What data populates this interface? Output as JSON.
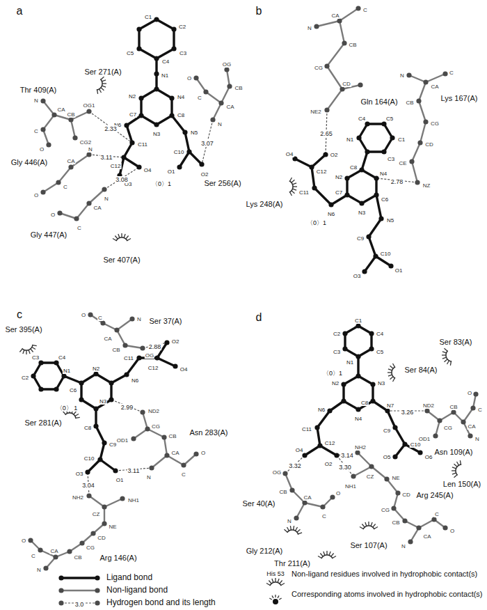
{
  "diagram": {
    "labels": [
      "a",
      "C1",
      "C2",
      "C3",
      "C4",
      "C5",
      "N1",
      "N2",
      "N4",
      "C7",
      "C8",
      "N3",
      "N5",
      "C10",
      "O1",
      "O2",
      "N6",
      "C11",
      "C12",
      "O4",
      "O3",
      "〈0〉1",
      "N",
      "CA",
      "C",
      "O",
      "CB",
      "OG1",
      "CG2",
      "Thr 409(A)",
      "Ser 271(A)",
      "2.33",
      "N",
      "CA",
      "C",
      "O",
      "Gly 446(A)",
      "3.11",
      "N",
      "CA",
      "C",
      "O",
      "Gly 447(A)",
      "3.08",
      "Ser 407(A)",
      "O",
      "C",
      "CA",
      "CB",
      "OG",
      "N",
      "Ser 256(A)",
      "3.07",
      "b",
      "N",
      "CA",
      "C",
      "CB",
      "CG",
      "CD",
      "NE2",
      "Gln 164(A)",
      "2.65",
      "Lys 167(A)",
      "N",
      "CA",
      "C",
      "CB",
      "CG",
      "CD",
      "CE",
      "NZ",
      "C4",
      "C5",
      "C1",
      "C3",
      "N1",
      "C8",
      "N4",
      "C6",
      "N3",
      "C7",
      "N2",
      "N6",
      "C11",
      "C12",
      "O4",
      "O2",
      "〈0〉1",
      "Lys 248(A)",
      "N5",
      "C9",
      "C10",
      "O1",
      "O3",
      "2.78",
      "c",
      "O",
      "C",
      "N",
      "CA",
      "CB",
      "OG",
      "Ser 37(A)",
      "2.88",
      "Ser 395(A)",
      "C3",
      "C4",
      "C2",
      "N1",
      "〈0〉 1",
      "N2",
      "C6",
      "N6",
      "N3",
      "C11",
      "C12",
      "O2",
      "O4",
      "ND2",
      "2.99",
      "CG",
      "OD1",
      "CB",
      "Ser 281(A)",
      "C8",
      "C9",
      "C10",
      "O1",
      "O3",
      "3.11",
      "CA",
      "N",
      "C",
      "O",
      "Asn 283(A)",
      "3.04",
      "NH2",
      "NH1",
      "CZ",
      "NE",
      "CD",
      "CG",
      "CB",
      "CA",
      "C",
      "O",
      "N",
      "Arg 146(A)",
      "d",
      "C1",
      "C2",
      "C3",
      "N1",
      "C4",
      "C5",
      "〈0〉1",
      "N2",
      "N3",
      "C8",
      "N4",
      "N6",
      "N7",
      "C11",
      "C12",
      "O4",
      "O2",
      "3.32",
      "3.14",
      "3.30",
      "C9",
      "C10",
      "O5",
      "O6",
      "Ser 84(A)",
      "Ser 83(A)",
      "ND2",
      "CG",
      "OD1",
      "CB",
      "CA",
      "C",
      "O",
      "N",
      "Asn 109(A)",
      "3.26",
      "Len 150(A)",
      "NH2",
      "NH1",
      "CZ",
      "NE",
      "CD",
      "CG",
      "CB",
      "CA",
      "C",
      "O",
      "N",
      "Arg 245(A)",
      "OG",
      "CB",
      "CA",
      "C",
      "O",
      "N",
      "Ser 40(A)",
      "Gly 212(A)",
      "Ser 107(A)",
      "Thr 211(A)",
      "3.0",
      "His 53"
    ],
    "legend": [
      {
        "text": "Ligand bond"
      },
      {
        "text": "Non-ligand bond"
      },
      {
        "text": "Hydrogen bond and its length"
      },
      {
        "text": "Non-ligand residues involved in hydrophobic contact(s)"
      },
      {
        "text": "Corresponding atoms involved in hydrophobic contact(s)"
      }
    ]
  }
}
